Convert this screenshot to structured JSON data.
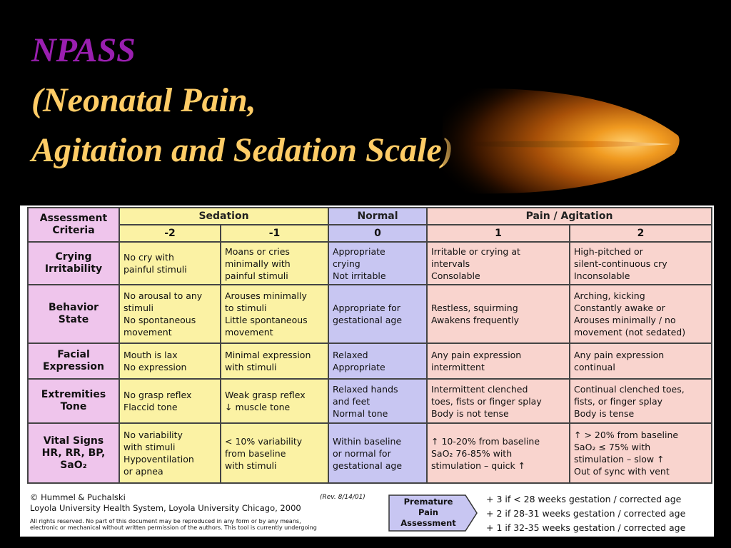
{
  "slide": {
    "title_line1": "NPASS",
    "title_line2": "(Neonatal Pain,",
    "title_line3": "Agitation and Sedation Scale)",
    "colors": {
      "title_purple": "#9a1fb0",
      "title_gold": "#ffcc66",
      "sedation": "#fbf2a4",
      "normal": "#c8c6f2",
      "pain": "#f9d4ce",
      "criteria": "#efc5ec"
    }
  },
  "table": {
    "headers": {
      "criteria": [
        "Assessment",
        "Criteria"
      ],
      "sedation": "Sedation",
      "normal": "Normal",
      "pain": "Pain / Agitation",
      "scores": [
        "-2",
        "-1",
        "0",
        "1",
        "2"
      ]
    },
    "rows": [
      {
        "criteria": [
          "Crying",
          "Irritability"
        ],
        "cells": [
          [
            "No cry with",
            " painful stimuli"
          ],
          [
            "Moans or cries",
            " minimally with",
            " painful stimuli"
          ],
          [
            "Appropriate",
            " crying",
            "Not irritable"
          ],
          [
            "Irritable or crying at",
            " intervals",
            "Consolable"
          ],
          [
            "High-pitched or",
            " silent-continuous cry",
            "Inconsolable"
          ]
        ]
      },
      {
        "criteria": [
          "Behavior",
          "State"
        ],
        "cells": [
          [
            "No arousal to any",
            " stimuli",
            "No spontaneous",
            " movement"
          ],
          [
            "Arouses minimally",
            " to stimuli",
            "Little spontaneous",
            " movement"
          ],
          [
            "Appropriate for",
            " gestational age"
          ],
          [
            "Restless, squirming",
            "Awakens frequently"
          ],
          [
            "Arching, kicking",
            "Constantly awake or",
            "Arouses minimally / no",
            " movement (not sedated)"
          ]
        ]
      },
      {
        "criteria": [
          "Facial",
          "Expression"
        ],
        "cells": [
          [
            "Mouth is lax",
            "No expression"
          ],
          [
            "Minimal expression",
            " with stimuli"
          ],
          [
            "Relaxed",
            "Appropriate"
          ],
          [
            "Any pain expression",
            " intermittent"
          ],
          [
            "Any pain expression",
            " continual"
          ]
        ]
      },
      {
        "criteria": [
          "Extremities",
          "Tone"
        ],
        "cells": [
          [
            "No grasp reflex",
            "Flaccid tone"
          ],
          [
            "Weak grasp reflex",
            "↓ muscle tone"
          ],
          [
            "Relaxed hands",
            " and feet",
            "Normal tone"
          ],
          [
            "Intermittent clenched",
            " toes, fists or finger splay",
            "Body is not tense"
          ],
          [
            "Continual clenched toes,",
            " fists, or finger splay",
            "Body is tense"
          ]
        ]
      },
      {
        "criteria": [
          "Vital Signs",
          "HR, RR, BP,",
          "SaO₂"
        ],
        "cells": [
          [
            "No variability",
            " with stimuli",
            "Hypoventilation",
            " or apnea"
          ],
          [
            "< 10% variability",
            " from baseline",
            " with stimuli"
          ],
          [
            "Within baseline",
            " or normal for",
            " gestational age"
          ],
          [
            "↑ 10-20% from baseline",
            "SaO₂ 76-85% with",
            " stimulation – quick ↑"
          ],
          [
            "↑ > 20% from baseline",
            "SaO₂ ≤ 75% with",
            " stimulation – slow ↑",
            "Out of sync with vent"
          ]
        ]
      }
    ]
  },
  "footer": {
    "copyright": "© Hummel & Puchalski",
    "institution": "Loyola University Health System, Loyola University Chicago, 2000",
    "revision": "(Rev. 8/14/01)",
    "rights_line1": "All rights reserved. No part of this document may be reproduced in any form or by any means,",
    "rights_line2": "electronic or mechanical without written permission of the authors. This tool is currently undergoing",
    "premature_label": [
      "Premature",
      "Pain",
      "Assessment"
    ],
    "gestation_adjustments": [
      "+ 3 if < 28 weeks gestation / corrected age",
      "+ 2 if 28-31 weeks gestation / corrected age",
      "+ 1 if 32-35 weeks gestation / corrected age"
    ]
  }
}
